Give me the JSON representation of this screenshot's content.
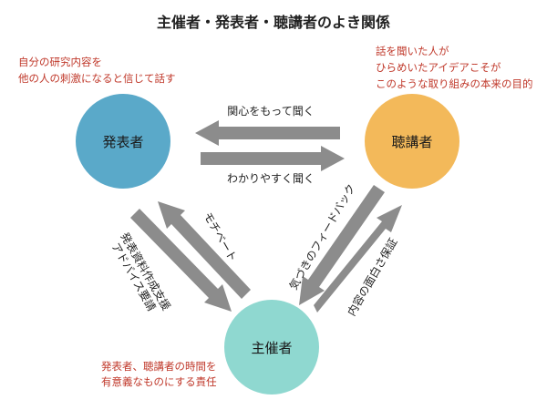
{
  "title": "主催者・発表者・聴講者のよき関係",
  "colors": {
    "presenter": "#5aa9c9",
    "listener": "#f3b95a",
    "organizer": "#8fd8d0",
    "arrow": "#8c8c8c",
    "note": "#c0392b"
  },
  "nodes": {
    "presenter": {
      "label": "発表者"
    },
    "listener": {
      "label": "聴講者"
    },
    "organizer": {
      "label": "主催者"
    }
  },
  "notes": {
    "presenter": [
      "自分の研究内容を",
      "他の人の刺激になると信じて話す"
    ],
    "listener": [
      "話を聞いた人が",
      "ひらめいたアイデアこそが",
      "このような取り組みの本来の目的"
    ],
    "organizer": [
      "発表者、聴講者の時間を",
      "有意義なものにする責任"
    ]
  },
  "arrows": {
    "listener_to_presenter": "関心をもって聞く",
    "presenter_to_listener": "わかりやすく聞く",
    "presenter_to_organizer_1": "発表資料作成支援",
    "presenter_to_organizer_2": "アドバイス要請",
    "organizer_to_presenter": "モチベート",
    "listener_to_organizer": "気づきのフィードバック",
    "organizer_to_listener": "内容の面白さ保証"
  }
}
